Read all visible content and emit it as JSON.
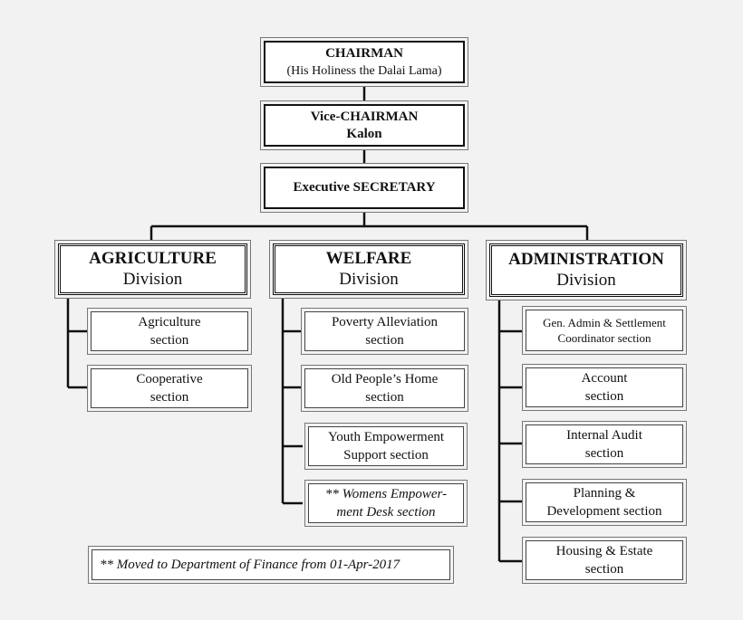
{
  "chairman": {
    "title": "CHAIRMAN",
    "subtitle": "(His Holiness the Dalai Lama)"
  },
  "vice_chairman": {
    "title": "Vice-CHAIRMAN",
    "subtitle": "Kalon"
  },
  "executive": {
    "title": "Executive SECRETARY"
  },
  "divisions": {
    "agriculture": {
      "name": "AGRICULTURE",
      "sub": "Division"
    },
    "welfare": {
      "name": "WELFARE",
      "sub": "Division"
    },
    "administration": {
      "name": "ADMINISTRATION",
      "sub": "Division"
    }
  },
  "agriculture_sections": [
    {
      "line1": "Agriculture",
      "line2": "section"
    },
    {
      "line1": "Cooperative",
      "line2": "section"
    }
  ],
  "welfare_sections": [
    {
      "line1": "Poverty Alleviation",
      "line2": "section"
    },
    {
      "line1": "Old People’s Home",
      "line2": "section"
    },
    {
      "line1": "Youth Empowerment",
      "line2": "Support section"
    },
    {
      "line1": "** Womens Empower-",
      "line2": "ment Desk section"
    }
  ],
  "administration_sections": [
    {
      "line1": "Gen. Admin & Settlement",
      "line2": "Coordinator section"
    },
    {
      "line1": "Account",
      "line2": "section"
    },
    {
      "line1": "Internal Audit",
      "line2": "section"
    },
    {
      "line1": "Planning &",
      "line2": "Development section"
    },
    {
      "line1": "Housing & Estate",
      "line2": "section"
    }
  ],
  "footnote": "** Moved to Department of Finance from 01-Apr-2017"
}
